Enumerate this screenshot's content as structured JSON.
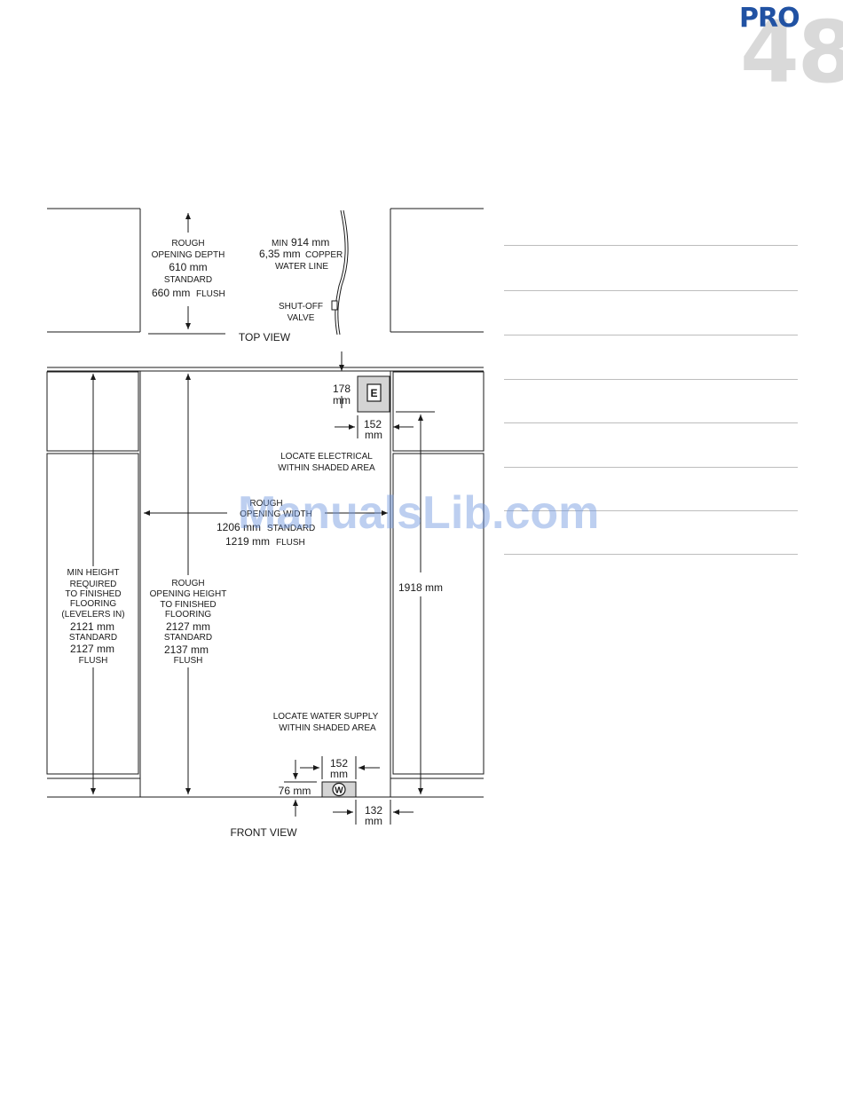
{
  "logo": {
    "brand": "PRO",
    "model_number": "48"
  },
  "top_view": {
    "depth_label_1": "ROUGH",
    "depth_label_2": "OPENING DEPTH",
    "depth_standard_value": "610 mm",
    "depth_standard_label": "STANDARD",
    "depth_flush_value": "660 mm",
    "depth_flush_label": "FLUSH",
    "water_min_prefix": "MIN",
    "water_min_value": "914 mm",
    "water_copper_value": "6,35 mm",
    "water_copper_label": "COPPER",
    "water_line_label": "WATER LINE",
    "shutoff_label_1": "SHUT-OFF",
    "shutoff_label_2": "VALVE",
    "caption": "TOP VIEW"
  },
  "front_view": {
    "electrical_box_letter": "E",
    "electrical_offset_value": "178",
    "electrical_offset_unit": "mm",
    "electrical_side_value": "152",
    "electrical_side_unit": "mm",
    "electrical_label_1": "LOCATE ELECTRICAL",
    "electrical_label_2": "WITHIN SHADED AREA",
    "width_label_1": "ROUGH",
    "width_label_2": "OPENING WIDTH",
    "width_standard_value": "1206 mm",
    "width_standard_label": "STANDARD",
    "width_flush_value": "1219 mm",
    "width_flush_label": "FLUSH",
    "min_height_1": "MIN HEIGHT",
    "min_height_2": "REQUIRED",
    "min_height_3": "TO FINISHED",
    "min_height_4": "FLOORING",
    "min_height_5": "(LEVELERS IN)",
    "min_height_standard_value": "2121 mm",
    "min_height_standard_label": "STANDARD",
    "min_height_flush_value": "2127 mm",
    "min_height_flush_label": "FLUSH",
    "rough_height_1": "ROUGH",
    "rough_height_2": "OPENING HEIGHT",
    "rough_height_3": "TO FINISHED",
    "rough_height_4": "FLOORING",
    "rough_height_standard_value": "2127 mm",
    "rough_height_standard_label": "STANDARD",
    "rough_height_flush_value": "2137 mm",
    "rough_height_flush_label": "FLUSH",
    "side_height_value": "1918 mm",
    "water_supply_label_1": "LOCATE WATER SUPPLY",
    "water_supply_label_2": "WITHIN SHADED AREA",
    "water_box_letter": "W",
    "water_width_value": "152",
    "water_width_unit": "mm",
    "water_height_value": "76 mm",
    "water_side_value": "132",
    "water_side_unit": "mm",
    "caption": "FRONT VIEW"
  },
  "watermark": "ManualsLib.com"
}
